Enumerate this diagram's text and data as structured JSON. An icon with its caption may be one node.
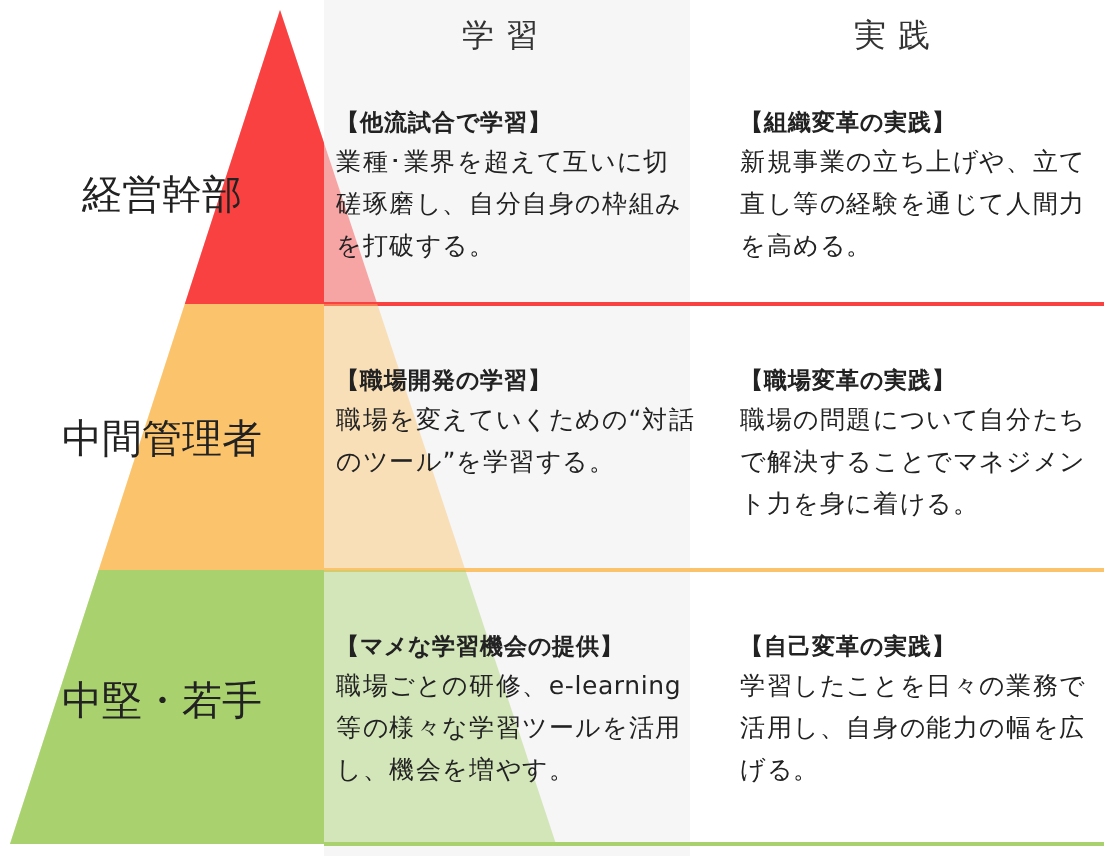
{
  "diagram": {
    "nodes": [
      {
        "text": [
          "経営幹部"
        ]
      },
      {
        "text": [
          "【他流試合で学習】",
          "業種･業界を超えて互いに切磋琢磨し、自分自身の枠組みを打破する。"
        ]
      },
      {
        "text": [
          "【組織変革の実践】",
          "新規事業の立ち上げや、立て直し等の経験を通じて人間力を高める。"
        ]
      },
      {
        "text": [
          "中間管理者"
        ]
      },
      {
        "text": [
          "【職場開発の学習】",
          "職場を変えていくための“対話のツール”を学習する。"
        ]
      },
      {
        "text": [
          "【職場変革の実践】",
          "職場の問題について自分たちで解決することでマネジメント力を身に着ける。"
        ]
      },
      {
        "text": [
          "中堅・若手"
        ]
      },
      {
        "text": [
          "【マメな学習機会の提供】",
          "職場ごとの研修、e-learning等の様々な学習ツールを活用し、機会を増やす。"
        ]
      },
      {
        "text": [
          "【自己変革の実践】",
          "学習したことを日々の業務で活用し、自身の能力の幅を広げる。"
        ]
      }
    ],
    "labels": [
      "学習",
      "実践"
    ]
  }
}
